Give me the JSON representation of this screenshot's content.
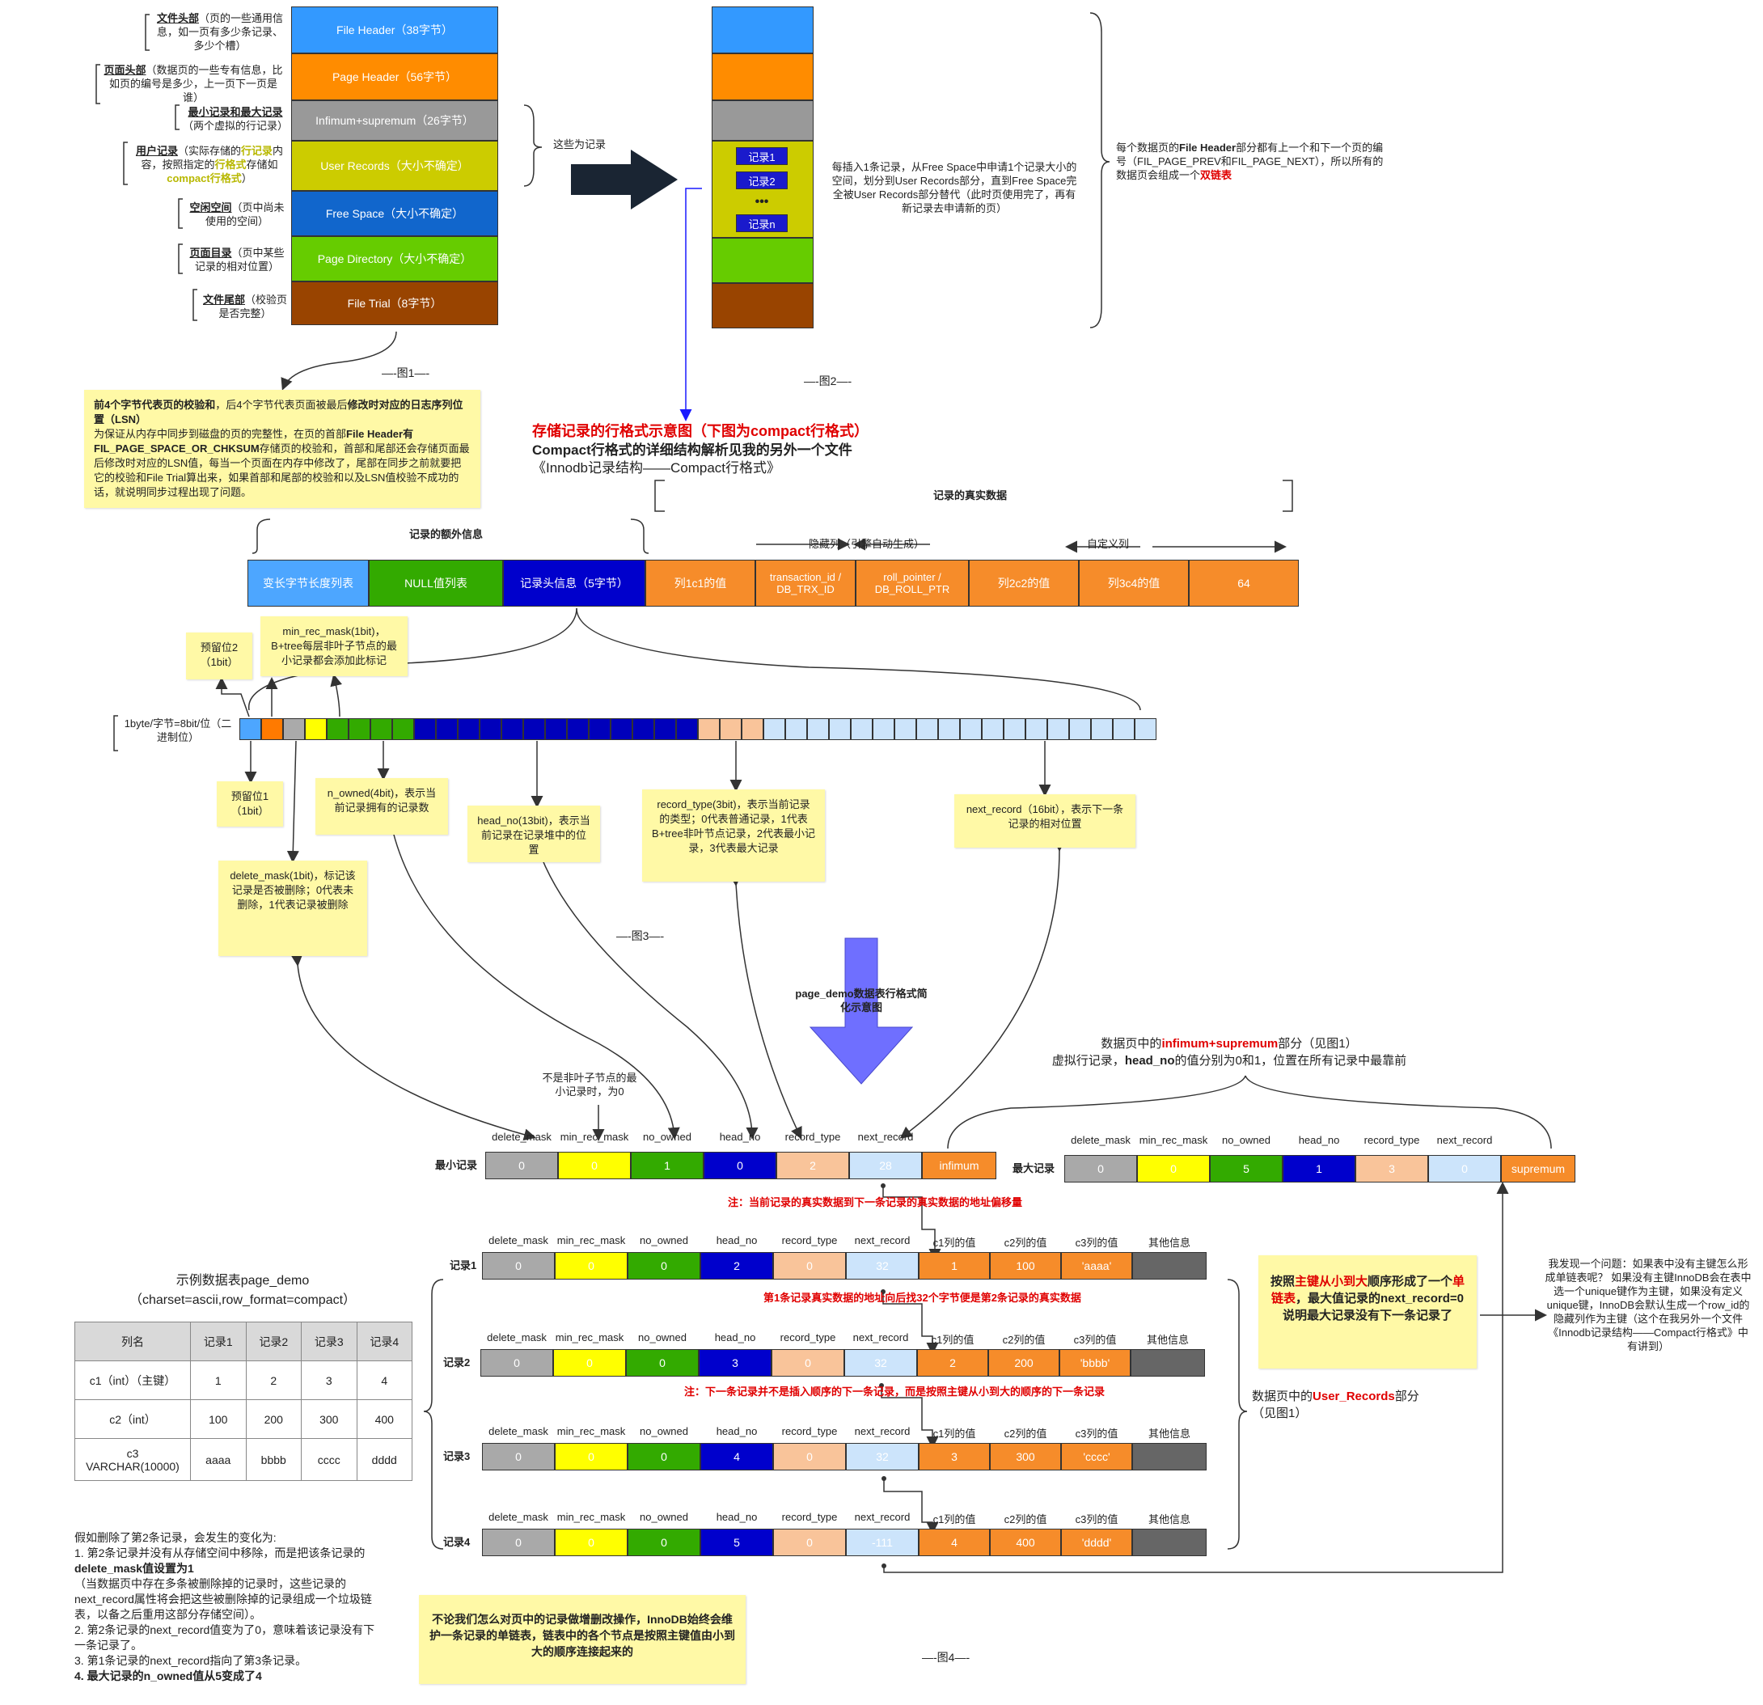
{
  "colors": {
    "file_header": "#3399ff",
    "page_header": "#ff8c00",
    "infimum": "#999999",
    "user_records": "#cccc00",
    "free_space": "#1166cc",
    "page_directory": "#66cc00",
    "file_trial": "#994400",
    "note_bg": "#fff9a6",
    "red": "#e00000",
    "arrow_blue": "#6666ff"
  },
  "fig1": {
    "blocks": [
      "File Header（38字节）",
      "Page Header（56字节）",
      "Infimum+supremum（26字节）",
      "User Records（大小不确定）",
      "Free Space（大小不确定）",
      "Page  Directory（大小不确定）",
      "File Trial（8字节）"
    ],
    "left_notes": [
      {
        "title": "文件头部",
        "rest": "（页的一些通用信息，如一页有多少条记录、多少个槽）"
      },
      {
        "title": "页面头部",
        "rest": "（数据页的一些专有信息，比如页的编号是多少，上一页下一页是谁）"
      },
      {
        "title": "最小记录和最大记录",
        "rest": "（两个虚拟的行记录）"
      },
      {
        "title": "用户记录",
        "rest_a": "（实际存储的",
        "hl1": "行记录",
        "rest_b": "内容，按照指定的",
        "hl2": "行格式",
        "rest_c": "存储如",
        "hl3": "compact行格式",
        "rest_d": "）"
      },
      {
        "title": "空闲空间",
        "rest": "（页中尚未使用的空间）"
      },
      {
        "title": "页面目录",
        "rest": "（页中某些记录的相对位置）"
      },
      {
        "title": "文件尾部",
        "rest": "（校验页是否完整）"
      }
    ],
    "records_label": "这些为记录",
    "caption": "—-图1—-",
    "note": {
      "line1_a": "前4个字节代表",
      "line1_b": "页的校验和",
      "line1_c": "，后4个字节代表页面被最后",
      "line1_d": "修改时对应的日志序列位置（LSN）",
      "body_a": "为保证从内存中同步到磁盘的页的完整性，在页的首部",
      "body_b": "File Header有FIL_PAGE_SPACE_OR_CHKSUM",
      "body_c": "存储页的校验和，首部和尾部还会存储页面最后修改时对应的LSN值，每当一个页面在内存中修改了，尾部在同步之前就要把它的校验和File Trial算出来，如果首部和尾部的校验和以及LSN值校验不成功的话，就说明同步过程出现了问题。"
    }
  },
  "fig2": {
    "records": [
      "记录1",
      "记录2",
      "•••",
      "记录n"
    ],
    "insert_note": "每插入1条记录，从Free Space中申请1个记录大小的空间，划分到User Records部分，直到Free Space完全被User Records部分替代（此时页使用完了，再有新记录去申请新的页）",
    "right_note_a": "每个数据页的",
    "right_note_b": "File Header",
    "right_note_c": "部分都有上一个和下一个页的编号（FIL_PAGE_PREV和FIL_PAGE_NEXT），所以所有的数据页会组成一个",
    "right_note_d": "双链表",
    "caption": "—-图2—-"
  },
  "fig3": {
    "title_red": "存储记录的行格式示意图（下图为compact行格式）",
    "title_line2": "Compact行格式的详细结构解析见我的另外一个文件",
    "title_line3": "《Innodb记录结构——Compact行格式》",
    "extra_info": "记录的额外信息",
    "real_data": "记录的真实数据",
    "hidden_cols": "隐藏列（引擎自动生成）",
    "custom_cols": "自定义列",
    "row": [
      "变长字节长度列表",
      "NULL值列表",
      "记录头信息（5字节）",
      "列1c1的值",
      "transaction_id / DB_TRX_ID",
      "roll_pointer / DB_ROLL_PTR",
      "列2c2的值",
      "列3c4的值",
      "64"
    ],
    "bits_label": "1byte/字节=8bit/位（二进制位）",
    "notes": {
      "reserved2": "预留位2（1bit）",
      "min_rec": "min_rec_mask(1bit)，B+tree每层非叶子节点的最小记录都会添加此标记",
      "reserved1": "预留位1（1bit）",
      "delete_mask": "delete_mask(1bit)，标记该记录是否被删除；0代表未删除，1代表记录被删除",
      "n_owned": "n_owned(4bit)，表示当前记录拥有的记录数",
      "heap_no": "head_no(13bit)，表示当前记录在记录堆中的位置",
      "record_type": "record_type(3bit)，表示当前记录的类型；0代表普通记录，1代表B+tree非叶节点记录，2代表最小记录，3代表最大记录",
      "next_record": "next_record（16bit），表示下一条记录的相对位置"
    },
    "caption": "—-图3—-"
  },
  "fig4": {
    "arrow_label": "page_demo数据表行格式简化示意图",
    "infsup_a": "数据页中的",
    "infsup_b": "infimum+supremum",
    "infsup_c": "部分（见图1）",
    "infsup_line2_a": "虚拟行记录，",
    "infsup_line2_b": "head_no",
    "infsup_line2_c": "的值分别为0和1，位置在所有记录中最靠前",
    "not_leaf_min": "不是非叶子节点的最小记录时，为0",
    "header_fields": [
      "delete_mask",
      "min_rec_mask",
      "no_owned",
      "head_no",
      "record_type",
      "next_record"
    ],
    "data_headers": [
      "c1列的值",
      "c2列的值",
      "c3列的值",
      "其他信息"
    ],
    "min_label": "最小记录",
    "max_label": "最大记录",
    "min_row": [
      "0",
      "0",
      "1",
      "0",
      "2",
      "28",
      "infimum"
    ],
    "max_row": [
      "0",
      "0",
      "5",
      "1",
      "3",
      "0",
      "supremum"
    ],
    "note_offset": "注：当前记录的真实数据到下一条记录的真实数据的地址偏移量",
    "note_32": "第1条记录真实数据的地址向后找32个字节便是第2条记录的真实数据",
    "note_order": "注：下一条记录并不是插入顺序的下一条记录，而是按照主键从小到大的顺序的下一条记录",
    "records": [
      {
        "label": "记录1",
        "vals": [
          "0",
          "0",
          "0",
          "2",
          "0",
          "32",
          "1",
          "100",
          "'aaaa'",
          ""
        ]
      },
      {
        "label": "记录2",
        "vals": [
          "0",
          "0",
          "0",
          "3",
          "0",
          "32",
          "2",
          "200",
          "'bbbb'",
          ""
        ]
      },
      {
        "label": "记录3",
        "vals": [
          "0",
          "0",
          "0",
          "4",
          "0",
          "32",
          "3",
          "300",
          "'cccc'",
          ""
        ]
      },
      {
        "label": "记录4",
        "vals": [
          "0",
          "0",
          "0",
          "5",
          "0",
          "-111",
          "4",
          "400",
          "'dddd'",
          ""
        ]
      }
    ],
    "user_records_a": "数据页中的",
    "user_records_b": "User_Records",
    "user_records_c": "部分",
    "user_records_d": "（见图1）",
    "linked_note": {
      "a": "按照",
      "b": "主键从小到大",
      "c": "顺序形成了一个",
      "d": "单链表",
      "e": "，最大值记录的next_record=0说明最大记录没有下一条记录了"
    },
    "question": "我发现一个问题：如果表中没有主键怎么形成单链表呢？ 如果没有主键InnoDB会在表中选一个unique键作为主键，如果没有定义unique键，InnoDB会默认生成一个row_id的隐藏列作为主键（这个在我另外一个文件《Innodb记录结构——Compact行格式》中有讲到）",
    "table_title": "示例数据表page_demo",
    "table_subtitle": "（charset=ascii,row_format=compact）",
    "table": {
      "headers": [
        "列名",
        "记录1",
        "记录2",
        "记录3",
        "记录4"
      ],
      "rows": [
        [
          "c1（int）（主键）",
          "1",
          "2",
          "3",
          "4"
        ],
        [
          "c2（int）",
          "100",
          "200",
          "300",
          "400"
        ],
        [
          "c3 VARCHAR(10000)",
          "aaaa",
          "bbbb",
          "cccc",
          "dddd"
        ]
      ]
    },
    "delete_text": [
      "假如删除了第2条记录，会发生的变化为:",
      "1. 第2条记录并没有从存储空间中移除，而是把该条记录的",
      "delete_mask值设置为1",
      "（当数据页中存在多条被删除掉的记录时，这些记录的",
      "next_record属性将会把这些被删除掉的记录组成一个垃圾链",
      "表，以备之后重用这部分存储空间）。",
      "2. 第2条记录的next_record值变为了0，意味着该记录没有下",
      "一条记录了。",
      "3. 第1条记录的next_record指向了第3条记录。",
      "4. 最大记录的n_owned值从5变成了4"
    ],
    "bottom_note": "不论我们怎么对页中的记录做增删改操作，InnoDB始终会维护一条记录的单链表，链表中的各个节点是按照主键值由小到大的顺序连接起来的",
    "caption": "—-图4—-"
  }
}
